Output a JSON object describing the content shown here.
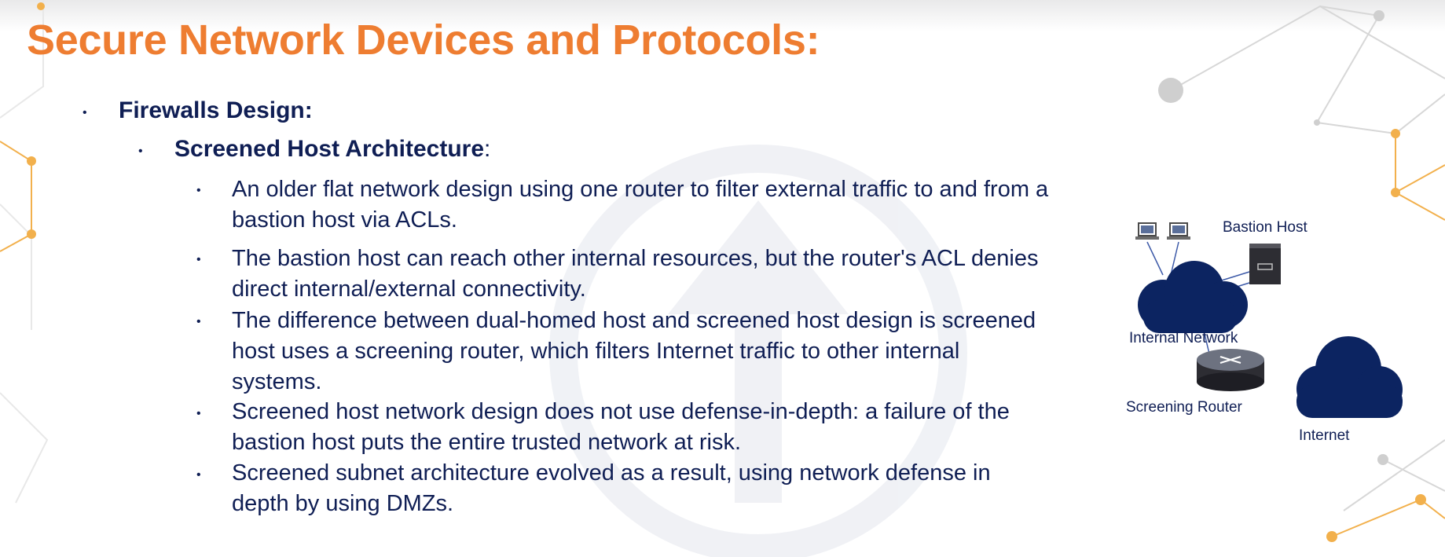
{
  "slide": {
    "title": "Secure Network Devices and Protocols:",
    "level1": "Firewalls Design:",
    "level2": {
      "heading": "Screened Host Architecture",
      "suffix": ":"
    },
    "bullets": [
      "An older flat network design using one router to filter external traffic to and from a bastion host via ACLs.",
      "The bastion host can reach other internal resources, but the router's ACL denies direct internal/external connectivity.",
      "The difference between dual-homed host and screened host design is screened host uses a screening router, which filters Internet traffic to other internal systems.",
      "Screened host network design does not use defense-in-depth: a failure of the bastion host puts the entire trusted network at risk.",
      "Screened subnet architecture evolved as a result, using network defense in depth by using DMZs."
    ]
  },
  "diagram": {
    "bastion_host": "Bastion Host",
    "internal_network": "Internal Network",
    "screening_router": "Screening Router",
    "internet": "Internet"
  },
  "colors": {
    "title": "#ee7d31",
    "text": "#0f1e54",
    "cloud": "#0c2461",
    "accent_line": "#f2b04c"
  }
}
